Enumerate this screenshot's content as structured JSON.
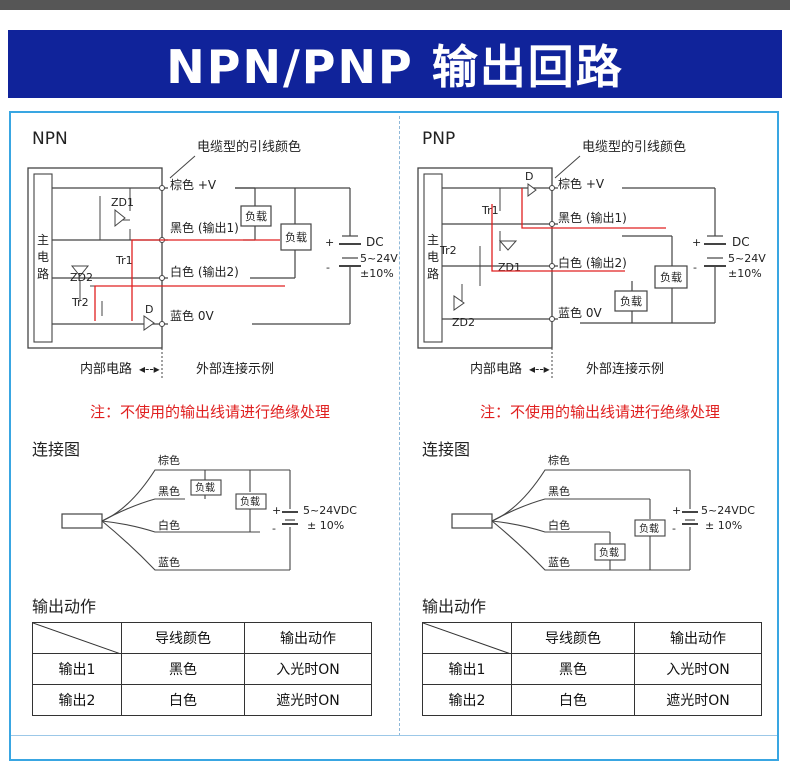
{
  "title": "NPN/PNP 输出回路",
  "npn": {
    "label": "NPN",
    "cable_color_title": "电缆型的引线颜色",
    "main_circuit": "主电路",
    "wires": [
      "棕色 +V",
      "黑色 (输出1)",
      "白色 (输出2)",
      "蓝色 0V"
    ],
    "components": [
      "ZD1",
      "ZD2",
      "Tr1",
      "Tr2",
      "D"
    ],
    "load": "负载",
    "dc": [
      "DC",
      "5~24V",
      "±10%"
    ],
    "internal": "内部电路",
    "external": "外部连接示例",
    "note": "注：不使用的输出线请进行绝缘处理",
    "connection_title": "连接图",
    "conn_wires": [
      "棕色",
      "黑色",
      "白色",
      "蓝色"
    ],
    "conn_dc": [
      "5~24VDC",
      "± 10%"
    ],
    "output_title": "输出动作",
    "table_headers": [
      "导线颜色",
      "输出动作"
    ],
    "rows": [
      {
        "name": "输出1",
        "color": "黑色",
        "action": "入光时ON"
      },
      {
        "name": "输出2",
        "color": "白色",
        "action": "遮光时ON"
      }
    ]
  },
  "pnp": {
    "label": "PNP",
    "cable_color_title": "电缆型的引线颜色",
    "main_circuit": "主电路",
    "wires": [
      "棕色 +V",
      "黑色 (输出1)",
      "白色 (输出2)",
      "蓝色 0V"
    ],
    "components": [
      "D",
      "Tr1",
      "Tr2",
      "ZD1",
      "ZD2"
    ],
    "load": "负载",
    "dc": [
      "DC",
      "5~24V",
      "±10%"
    ],
    "internal": "内部电路",
    "external": "外部连接示例",
    "note": "注：不使用的输出线请进行绝缘处理",
    "connection_title": "连接图",
    "conn_wires": [
      "棕色",
      "黑色",
      "白色",
      "蓝色"
    ],
    "conn_dc": [
      "5~24VDC",
      "± 10%"
    ],
    "output_title": "输出动作",
    "table_headers": [
      "导线颜色",
      "输出动作"
    ],
    "rows": [
      {
        "name": "输出1",
        "color": "黑色",
        "action": "入光时ON"
      },
      {
        "name": "输出2",
        "color": "白色",
        "action": "遮光时ON"
      }
    ]
  }
}
